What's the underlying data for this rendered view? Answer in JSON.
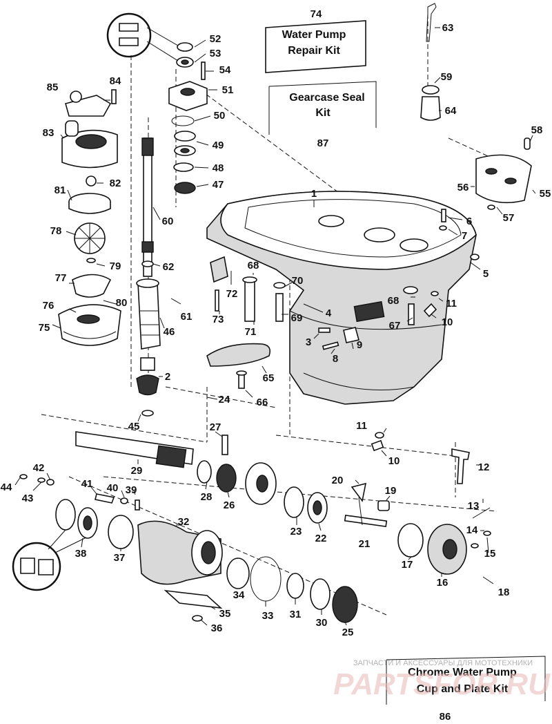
{
  "kits": {
    "water_pump_repair": {
      "number": "74",
      "line1": "Water Pump",
      "line2": "Repair Kit"
    },
    "gearcase_seal": {
      "number": "87",
      "line1": "Gearcase Seal",
      "line2": "Kit"
    },
    "chrome_water_pump": {
      "number": "86",
      "line1": "Chrome Water Pump",
      "line2": "Cup and Plate Kit"
    }
  },
  "callouts": [
    "1",
    "2",
    "3",
    "4",
    "5",
    "6",
    "7",
    "8",
    "9",
    "10",
    "10",
    "10",
    "11",
    "11",
    "12",
    "13",
    "14",
    "15",
    "16",
    "17",
    "18",
    "19",
    "20",
    "21",
    "22",
    "23",
    "24",
    "25",
    "26",
    "27",
    "28",
    "29",
    "30",
    "31",
    "32",
    "33",
    "34",
    "35",
    "36",
    "37",
    "38",
    "39",
    "40",
    "41",
    "42",
    "43",
    "44",
    "45",
    "46",
    "47",
    "48",
    "49",
    "50",
    "51",
    "52",
    "53",
    "54",
    "55",
    "56",
    "57",
    "58",
    "59",
    "60",
    "61",
    "62",
    "63",
    "64",
    "65",
    "66",
    "67",
    "68",
    "68",
    "69",
    "70",
    "71",
    "72",
    "73",
    "75",
    "76",
    "77",
    "78",
    "79",
    "80",
    "81",
    "82",
    "83",
    "84",
    "85"
  ],
  "watermark": {
    "small": "ЗАПЧАСТИ И АКСЕССУАРЫ ДЛЯ МОТОТЕХНИКИ",
    "big": "PARTSFOR.RU"
  }
}
